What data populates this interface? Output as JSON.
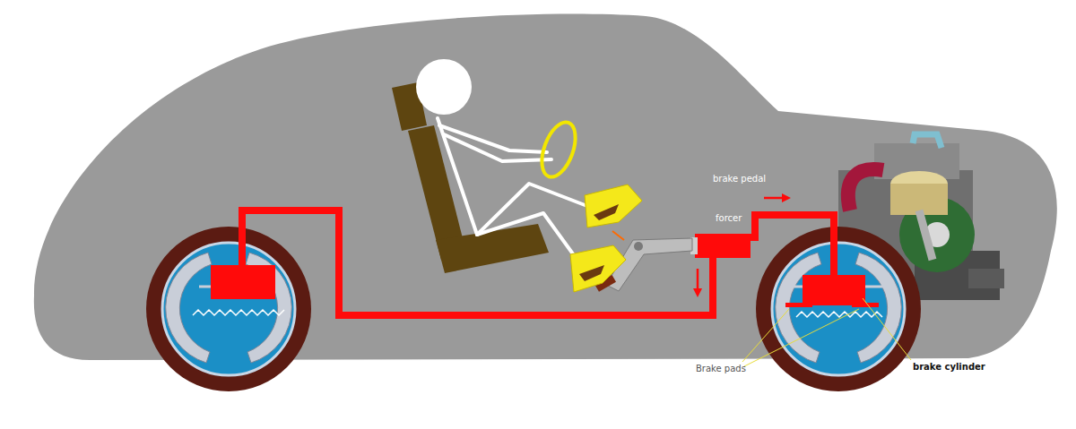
{
  "diagram": {
    "labels": [
      "brake pedal",
      "forcer",
      "Brake pads",
      "brake cylinder"
    ]
  }
}
